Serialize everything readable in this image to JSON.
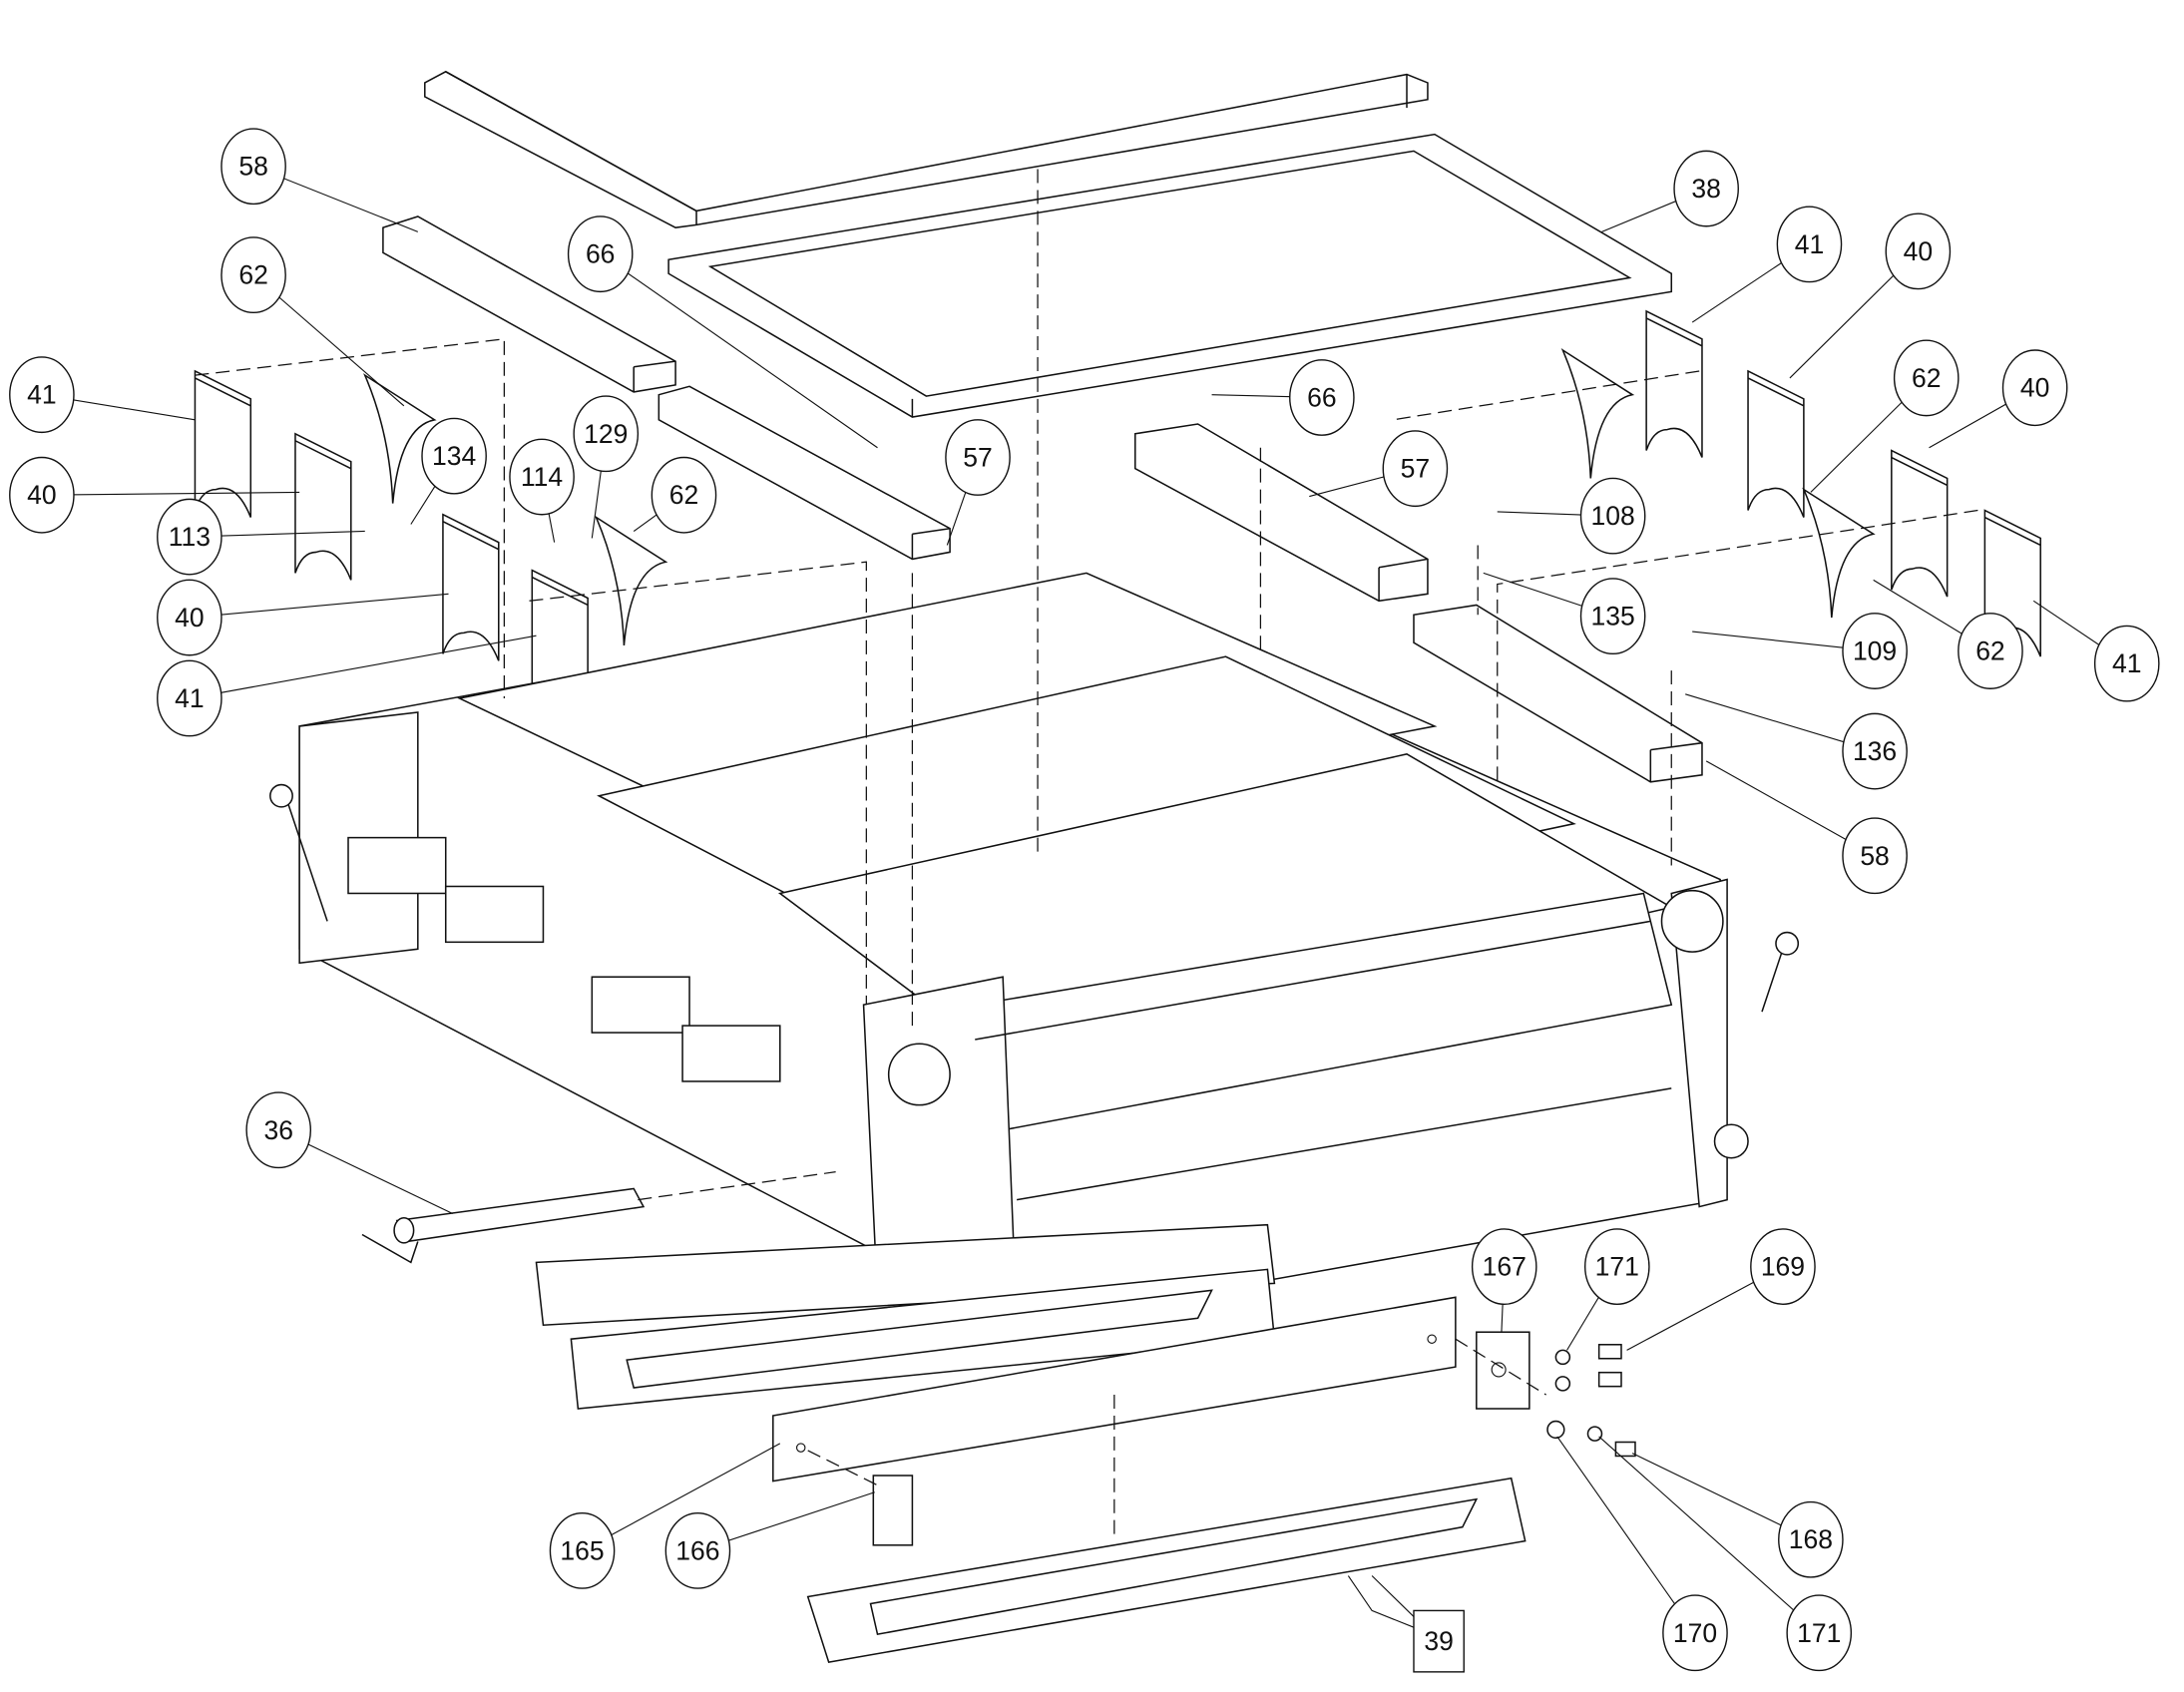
{
  "diagram": {
    "type": "exploded-parts-assembly",
    "callouts": [
      {
        "id": "c58a",
        "label": "58"
      },
      {
        "id": "c62a",
        "label": "62"
      },
      {
        "id": "c41a",
        "label": "41"
      },
      {
        "id": "c40a",
        "label": "40"
      },
      {
        "id": "c113",
        "label": "113"
      },
      {
        "id": "c134",
        "label": "134"
      },
      {
        "id": "c114",
        "label": "114"
      },
      {
        "id": "c129",
        "label": "129"
      },
      {
        "id": "c62b",
        "label": "62"
      },
      {
        "id": "c40b",
        "label": "40"
      },
      {
        "id": "c41b",
        "label": "41"
      },
      {
        "id": "c66a",
        "label": "66"
      },
      {
        "id": "c57a",
        "label": "57"
      },
      {
        "id": "c38",
        "label": "38"
      },
      {
        "id": "c41c",
        "label": "41"
      },
      {
        "id": "c40c",
        "label": "40"
      },
      {
        "id": "c66b",
        "label": "66"
      },
      {
        "id": "c57b",
        "label": "57"
      },
      {
        "id": "c62c",
        "label": "62"
      },
      {
        "id": "c40d",
        "label": "40"
      },
      {
        "id": "c108",
        "label": "108"
      },
      {
        "id": "c135",
        "label": "135"
      },
      {
        "id": "c109",
        "label": "109"
      },
      {
        "id": "c62d",
        "label": "62"
      },
      {
        "id": "c41d",
        "label": "41"
      },
      {
        "id": "c136",
        "label": "136"
      },
      {
        "id": "c58b",
        "label": "58"
      },
      {
        "id": "c36",
        "label": "36"
      },
      {
        "id": "c167",
        "label": "167"
      },
      {
        "id": "c171a",
        "label": "171"
      },
      {
        "id": "c169",
        "label": "169"
      },
      {
        "id": "c165",
        "label": "165"
      },
      {
        "id": "c166",
        "label": "166"
      },
      {
        "id": "c168",
        "label": "168"
      },
      {
        "id": "c170",
        "label": "170"
      },
      {
        "id": "c171b",
        "label": "171"
      },
      {
        "id": "c39",
        "label": "39",
        "shape": "square"
      }
    ]
  }
}
